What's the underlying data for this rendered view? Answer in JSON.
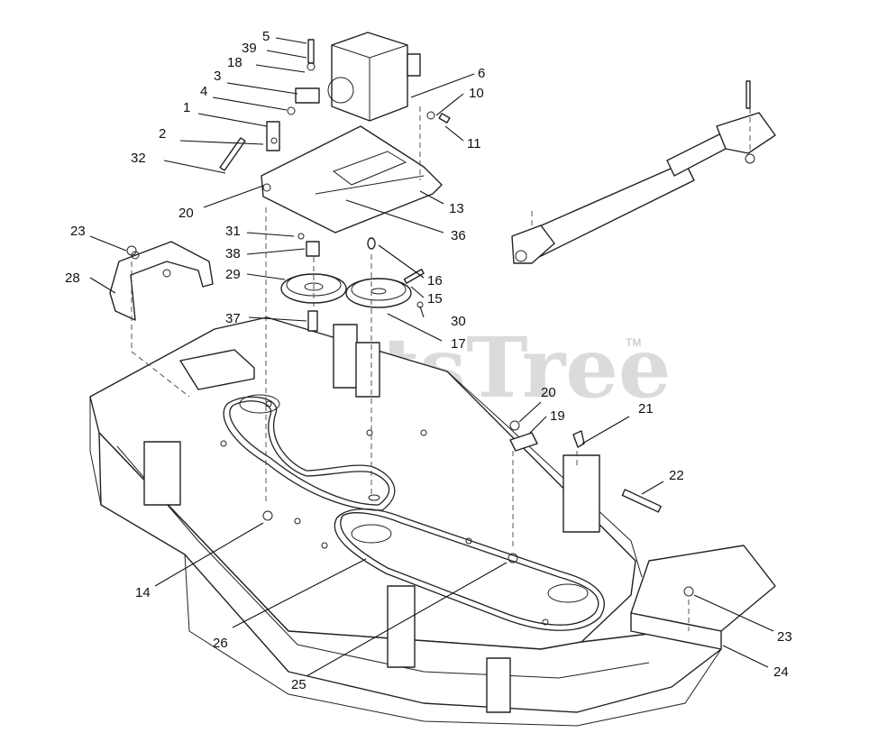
{
  "watermark": {
    "text": "PartsTree",
    "trademark": "TM"
  },
  "callouts": [
    {
      "id": "1",
      "label": "1"
    },
    {
      "id": "2",
      "label": "2"
    },
    {
      "id": "3",
      "label": "3"
    },
    {
      "id": "4",
      "label": "4"
    },
    {
      "id": "5",
      "label": "5"
    },
    {
      "id": "6",
      "label": "6"
    },
    {
      "id": "10",
      "label": "10"
    },
    {
      "id": "11",
      "label": "11"
    },
    {
      "id": "13",
      "label": "13"
    },
    {
      "id": "14",
      "label": "14"
    },
    {
      "id": "15",
      "label": "15"
    },
    {
      "id": "16",
      "label": "16"
    },
    {
      "id": "17",
      "label": "17"
    },
    {
      "id": "18",
      "label": "18"
    },
    {
      "id": "19",
      "label": "19"
    },
    {
      "id": "20a",
      "label": "20"
    },
    {
      "id": "20b",
      "label": "20"
    },
    {
      "id": "21",
      "label": "21"
    },
    {
      "id": "22",
      "label": "22"
    },
    {
      "id": "23a",
      "label": "23"
    },
    {
      "id": "23b",
      "label": "23"
    },
    {
      "id": "24",
      "label": "24"
    },
    {
      "id": "25",
      "label": "25"
    },
    {
      "id": "26",
      "label": "26"
    },
    {
      "id": "28",
      "label": "28"
    },
    {
      "id": "29",
      "label": "29"
    },
    {
      "id": "30",
      "label": "30"
    },
    {
      "id": "31",
      "label": "31"
    },
    {
      "id": "32",
      "label": "32"
    },
    {
      "id": "36",
      "label": "36"
    },
    {
      "id": "37",
      "label": "37"
    },
    {
      "id": "38",
      "label": "38"
    },
    {
      "id": "39",
      "label": "39"
    }
  ]
}
